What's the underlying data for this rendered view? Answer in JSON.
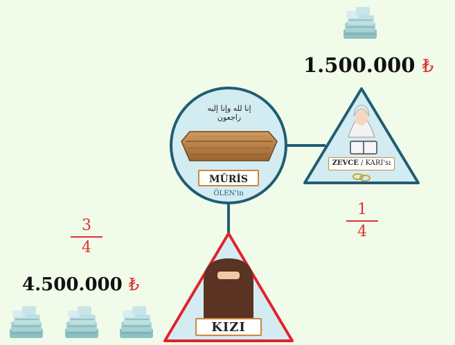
{
  "heir_spouse": {
    "amount": "1.500.000",
    "currency_symbol": "₺",
    "label_main": "ZEVCE",
    "label_sub": "/ KARI'sı",
    "fraction": {
      "numerator": "1",
      "denominator": "4"
    }
  },
  "heir_daughter": {
    "amount": "4.500.000",
    "currency_symbol": "₺",
    "label": "KIZI",
    "fraction": {
      "numerator": "3",
      "denominator": "4"
    }
  },
  "deceased": {
    "title": "MÛRİS",
    "subtitle": "ÖLEN'in",
    "calligraphy": "إنا لله وإنا إليه راجعون"
  },
  "colors": {
    "background": "#f1fbe9",
    "triangle_fill": "#d3ecf1",
    "triangle_border_spouse": "#1f5d73",
    "triangle_border_daughter": "#e3222b",
    "circle_border": "#1f5d73",
    "accent_red": "#d9342b"
  }
}
